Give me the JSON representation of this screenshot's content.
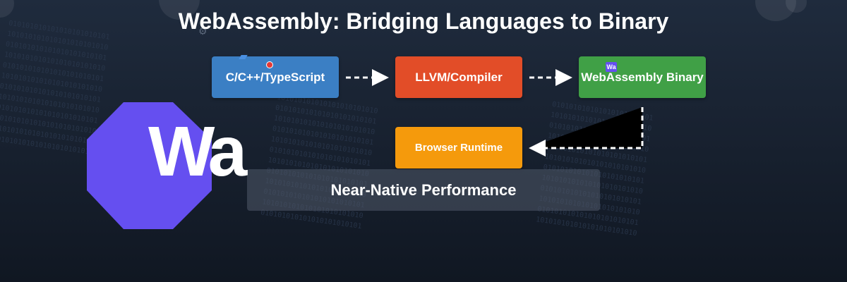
{
  "title": "WebAssembly: Bridging Languages to Binary",
  "nodes": {
    "source": "C/C++/TypeScript",
    "compiler": "LLVM/Compiler",
    "binary": "WebAssembly Binary",
    "runtime": "Browser Runtime"
  },
  "performance_label": "Near-Native Performance",
  "logo_text": "Wa",
  "badge_text": "Wa",
  "binary_stream": "0101010101010101010101010101",
  "colors": {
    "source": "#3b7fc4",
    "compiler": "#e24d28",
    "binary": "#40a046",
    "runtime": "#f59a0c",
    "logo": "#654ff0"
  }
}
